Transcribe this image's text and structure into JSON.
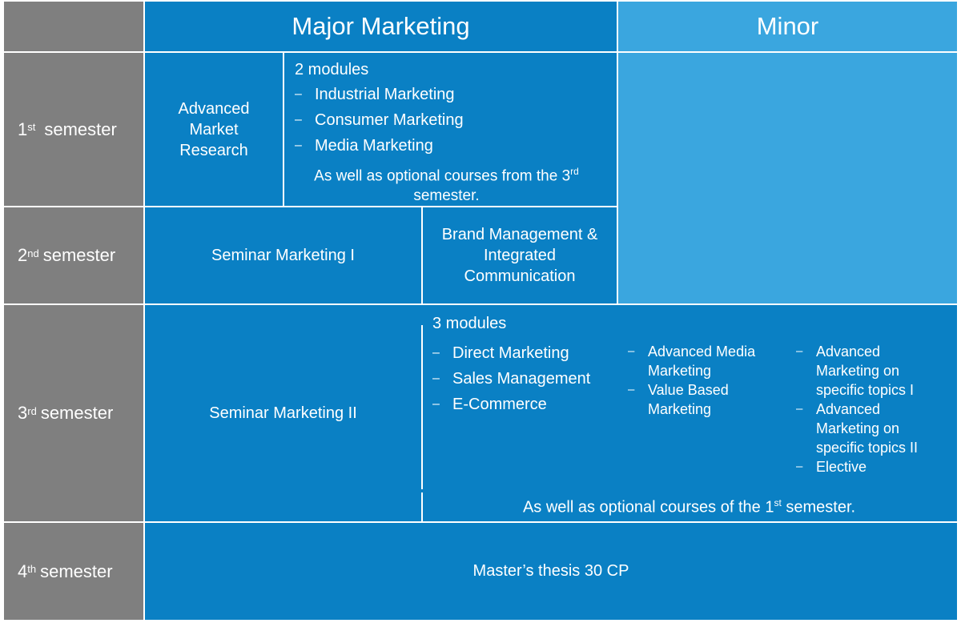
{
  "headers": {
    "major": "Major Marketing",
    "minor": "Minor"
  },
  "rows": [
    {
      "num": "1",
      "sup": "st",
      "label": "semester"
    },
    {
      "num": "2",
      "sup": "nd",
      "label": "semester"
    },
    {
      "num": "3",
      "sup": "rd",
      "label": "semester"
    },
    {
      "num": "4",
      "sup": "th",
      "label": "semester"
    }
  ],
  "sem1": {
    "amr_line1": "Advanced",
    "amr_line2": "Market",
    "amr_line3": "Research",
    "modules_title": "2 modules",
    "modules": [
      "Industrial Marketing",
      "Consumer Marketing",
      "Media Marketing"
    ],
    "note_pre": "As well as optional courses from the 3",
    "note_sup": "rd",
    "note_post": "semester."
  },
  "sem2": {
    "seminar": "Seminar Marketing I",
    "brand_line1": "Brand Management &",
    "brand_line2": "Integrated",
    "brand_line3": "Communication"
  },
  "sem3": {
    "seminar": "Seminar Marketing II",
    "modules_title": "3 modules",
    "col1": [
      "Direct Marketing",
      "Sales Management",
      "E-Commerce"
    ],
    "col2": [
      "Advanced Media Marketing",
      "Value Based Marketing"
    ],
    "col3": [
      "Advanced Marketing on specific topics I",
      "Advanced Marketing on specific topics II",
      "Elective"
    ],
    "note_pre": "As well as optional courses of the 1",
    "note_sup": "st",
    "note_post": " semester."
  },
  "sem4": {
    "thesis": "Master’s thesis 30 CP"
  },
  "colors": {
    "label_gray": "#7f7f7f",
    "major_blue": "#0a80c4",
    "minor_blue": "#3aa6df"
  }
}
